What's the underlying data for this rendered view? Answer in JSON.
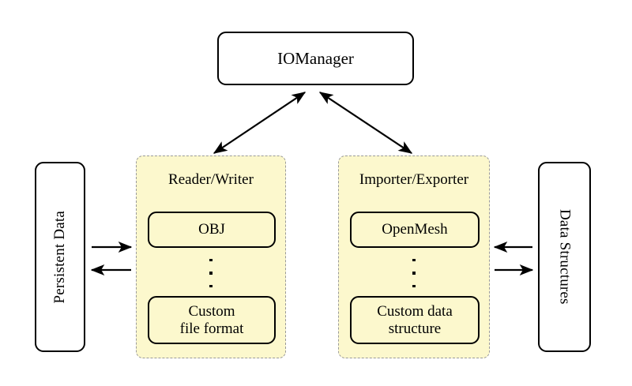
{
  "diagram": {
    "title_node": {
      "label": "IOManager"
    },
    "left_store": {
      "label": "Persistent Data"
    },
    "right_store": {
      "label": "Data Structures"
    },
    "groups": [
      {
        "id": "reader-writer",
        "title": "Reader/Writer",
        "items": [
          {
            "label": "OBJ"
          },
          {
            "label": "Custom\nfile format",
            "line1": "Custom",
            "line2": "file format"
          }
        ],
        "ellipsis": "⋮"
      },
      {
        "id": "importer-exporter",
        "title": "Importer/Exporter",
        "items": [
          {
            "label": "OpenMesh"
          },
          {
            "label": "Custom data\nstructure",
            "line1": "Custom data",
            "line2": "structure"
          }
        ],
        "ellipsis": "⋮"
      }
    ],
    "connectors": [
      {
        "name": "iomanager-to-reader-writer",
        "style": "double-headed-diagonal"
      },
      {
        "name": "iomanager-to-importer-exporter",
        "style": "double-headed-diagonal"
      },
      {
        "name": "persistent-data-to-reader-writer",
        "style": "arrow-right"
      },
      {
        "name": "reader-writer-to-persistent-data",
        "style": "arrow-left"
      },
      {
        "name": "data-structures-to-importer-exporter",
        "style": "arrow-left"
      },
      {
        "name": "importer-exporter-to-data-structures",
        "style": "arrow-right"
      }
    ],
    "colors": {
      "panel_fill": "#fcf8cd",
      "panel_border": "#9a9a9a",
      "stroke": "#000000",
      "background": "#ffffff"
    }
  }
}
